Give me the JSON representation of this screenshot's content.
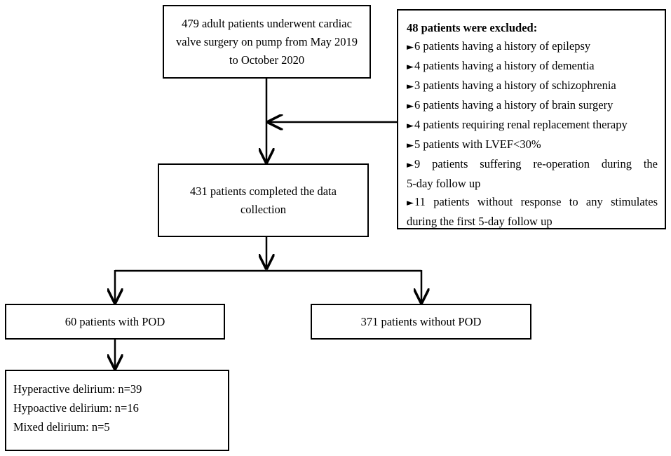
{
  "top_box": {
    "lines": [
      "479 adult patients underwent cardiac",
      "valve surgery on pump from May 2019",
      "to October 2020"
    ]
  },
  "exclusion_box": {
    "heading": "48 patients were excluded:",
    "bullet_icon": "right-pointing-triangle-icon",
    "items": [
      "6 patients having a history of epilepsy",
      "4 patients having a history of dementia",
      "3 patients having a history of schizophrenia",
      "6 patients having a history of brain surgery",
      "4 patients requiring renal replacement therapy",
      "5 patients with LVEF<30%",
      {
        "line1": "9 patients suffering re-operation during the",
        "line2": "5-day follow up"
      },
      {
        "line1": "11 patients without response to any stimulates",
        "line2": "during the first 5-day follow up"
      }
    ]
  },
  "collection_box": {
    "lines": [
      "431 patients completed the data",
      "collection"
    ]
  },
  "pod_box": {
    "text": "60 patients with POD"
  },
  "no_pod_box": {
    "text": "371 patients without POD"
  },
  "subtypes_box": {
    "lines": [
      "Hyperactive delirium: n=39",
      "Hypoactive delirium: n=16",
      "Mixed delirium: n=5"
    ]
  }
}
